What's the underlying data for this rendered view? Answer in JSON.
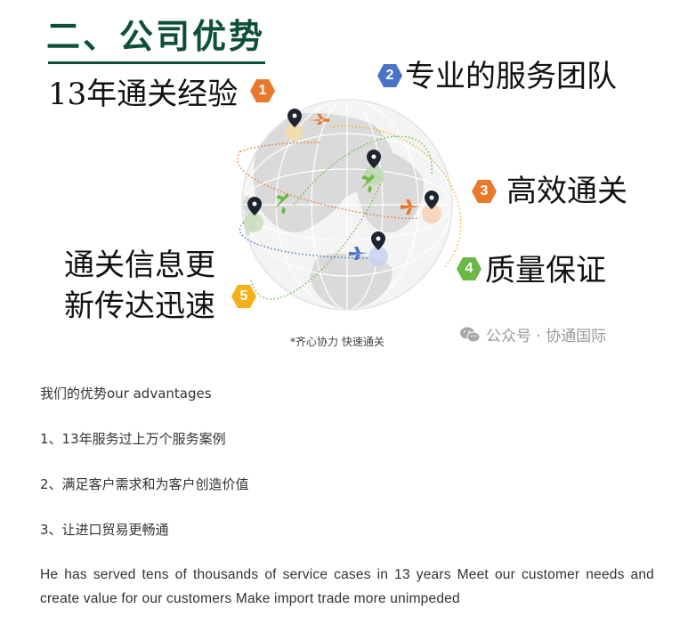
{
  "banner": {
    "heading": "二、公司优势",
    "features": [
      {
        "number": "1",
        "label": "13年通关经验",
        "color": "#e8782c"
      },
      {
        "number": "2",
        "label": "专业的服务团队",
        "color": "#4a72c9"
      },
      {
        "number": "3",
        "label": "高效通关",
        "color": "#e8782c"
      },
      {
        "number": "4",
        "label": "质量保证",
        "color": "#6bb844"
      },
      {
        "number": "5",
        "label_line1": "通关信息更",
        "label_line2": "新传达迅速",
        "color": "#f2b11b"
      }
    ],
    "caption": "*齐心协力 快速通关",
    "watermark": "公众号 · 协通国际",
    "watermark_icon": "wechat-icon"
  },
  "article": {
    "paragraphs": [
      "我们的优势our advantages",
      "1、13年服务过上万个服务案例",
      "2、满足客户需求和为客户创造价值",
      "3、让进口贸易更畅通",
      "He has served tens of thousands of service cases in 13 years Meet our customer needs and create value for our customers Make import trade more unimpeded"
    ]
  },
  "colors": {
    "heading": "#0e4f3c",
    "orange": "#e8782c",
    "blue": "#4a72c9",
    "green": "#6bb844",
    "yellow": "#f2b11b",
    "globe": "#dcdcdc"
  }
}
